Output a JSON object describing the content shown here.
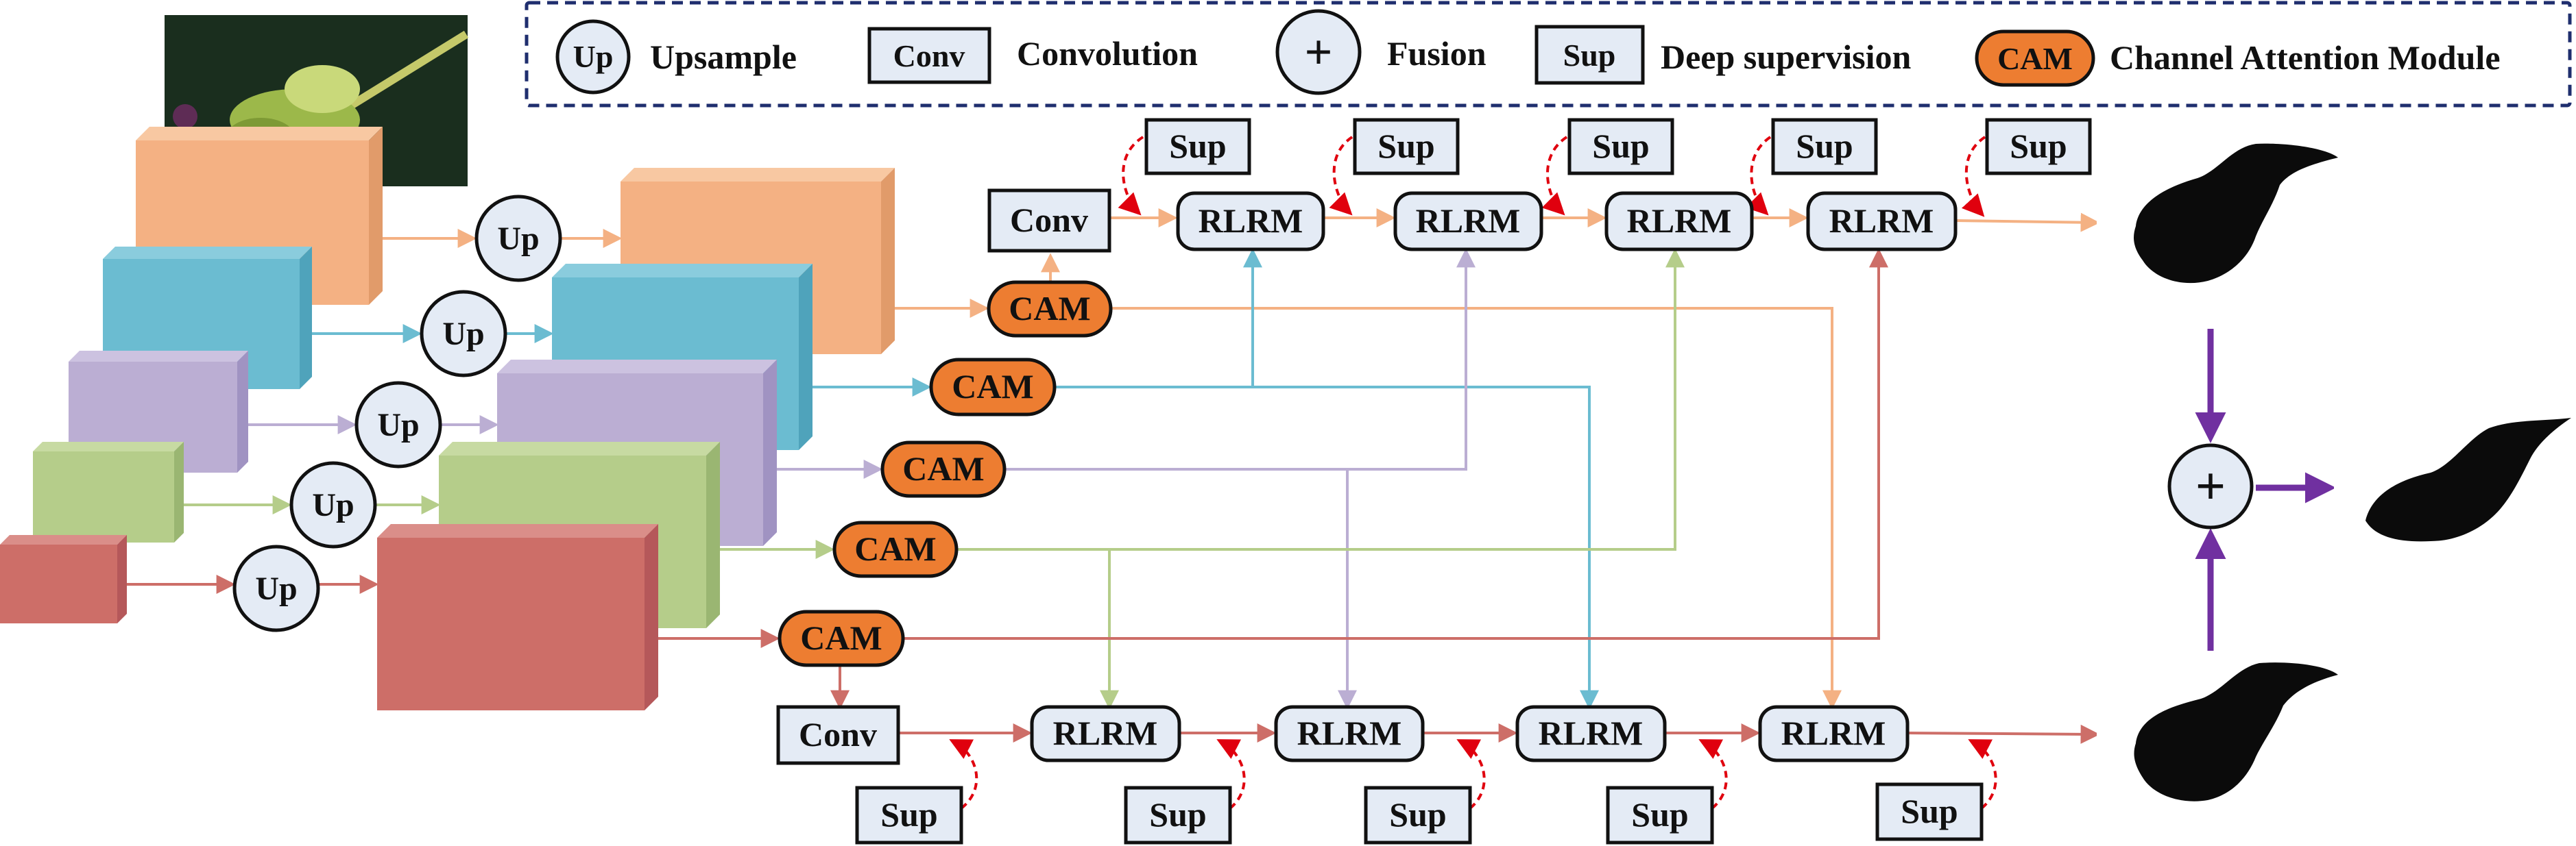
{
  "legend": {
    "up_symbol": "Up",
    "up_text": "Upsample",
    "conv_symbol": "Conv",
    "conv_text": "Convolution",
    "plus_symbol": "+",
    "plus_text": "Fusion",
    "sup_symbol": "Sup",
    "sup_text": "Deep supervision",
    "cam_symbol": "CAM",
    "cam_text": "Channel Attention Module"
  },
  "labels": {
    "up": "Up",
    "cam": "CAM",
    "conv": "Conv",
    "sup": "Sup",
    "rlrm": "RLRM",
    "fusion": "+"
  },
  "colors": {
    "orange": "#F4B183",
    "blue": "#6BBCD1",
    "purple": "#BBAED3",
    "green": "#B5CD8A",
    "red": "#CD6E68",
    "cam_fill": "#ED7D31",
    "node_fill": "#E4EBF5",
    "fusion_arrow": "#7030A0",
    "sup_dash": "#E0000E",
    "legend_border": "#1F2E6E"
  },
  "icons": {
    "input_image": "green-plant-photo",
    "saliency_maps": "black-silhouette-saliency-map"
  }
}
